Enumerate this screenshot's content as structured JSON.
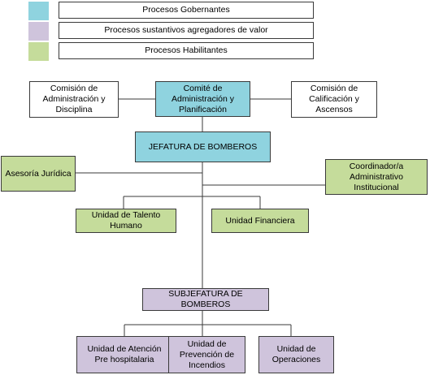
{
  "legend": [
    {
      "label": "Procesos Gobernantes",
      "color": "#8fd3df"
    },
    {
      "label": "Procesos sustantivos agregadores de valor",
      "color": "#cfc4dc"
    },
    {
      "label": "Procesos Habilitantes",
      "color": "#c5dc9b"
    }
  ],
  "nodes": {
    "comision_admin": "Comisión de Administración y Disciplina",
    "comite": "Comité de Administración y Planificación",
    "comision_calif": "Comisión de Calificación y Ascensos",
    "jefatura": "JEFATURA DE BOMBEROS",
    "asesoria": "Asesoría Jurídica",
    "coordinador": "Coordinador/a Administrativo Institucional",
    "talento": "Unidad de Talento Humano",
    "financiera": "Unidad Financiera",
    "subjefatura": "SUBJEFATURA DE BOMBEROS",
    "atencion": "Unidad de Atención Pre hospitalaria",
    "prevencion": "Unidad de Prevención de Incendios",
    "operaciones": "Unidad de Operaciones"
  }
}
